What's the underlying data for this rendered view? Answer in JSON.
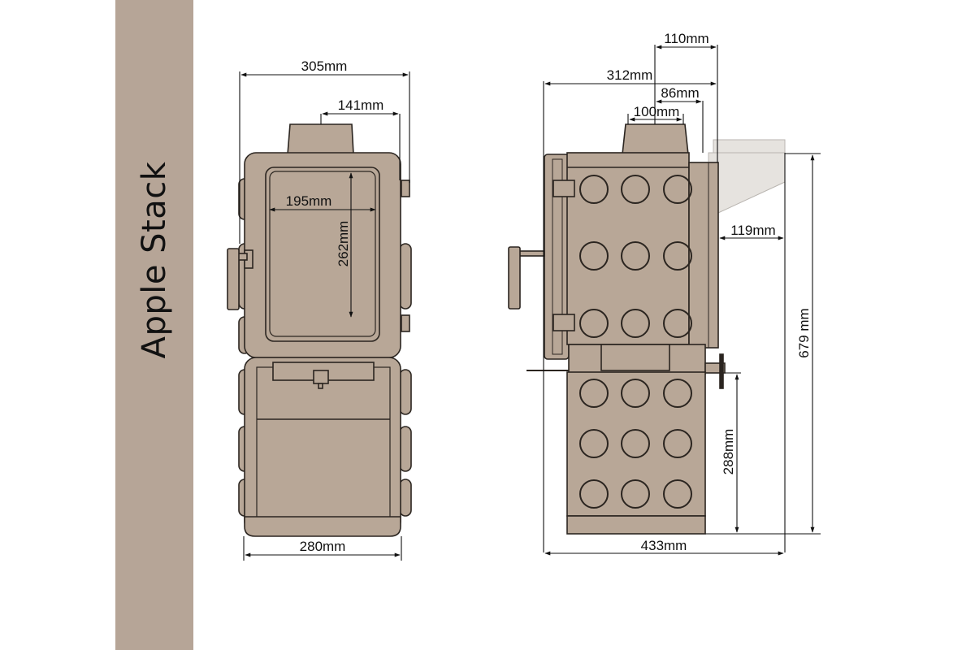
{
  "sidebar": {
    "title": "Apple Stack",
    "background": "#b6a597"
  },
  "colors": {
    "stove_body": "#b8a797",
    "outline": "#2b2520",
    "flue_ghost": "#e6e3df",
    "dimension_line": "#111111"
  },
  "front_view": {
    "dimensions": {
      "overall_width": "305mm",
      "flue_offset": "141mm",
      "window_width": "195mm",
      "window_height": "262mm",
      "base_width": "280mm"
    }
  },
  "side_view": {
    "dimensions": {
      "flue_to_rear_top": "110mm",
      "overall_depth": "312mm",
      "flue_to_back": "86mm",
      "flue_diameter": "100mm",
      "rear_clearance": "119mm",
      "overall_height": "679 mm",
      "outlet_height": "288mm",
      "base_depth": "433mm"
    }
  }
}
